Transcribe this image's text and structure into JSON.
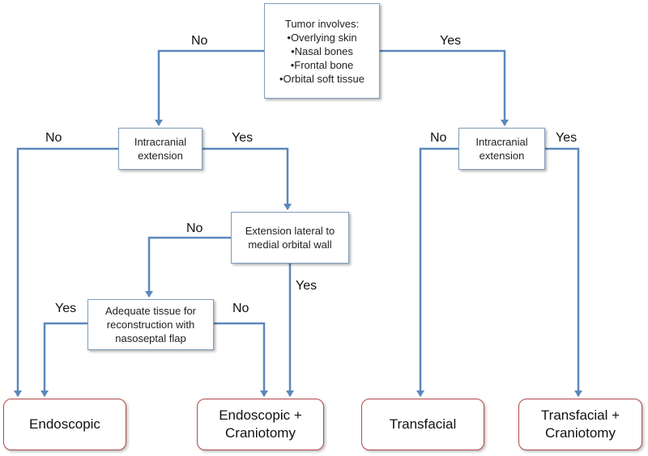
{
  "colors": {
    "arrow": "#5b88bd",
    "box_border": "#7f9dbd",
    "outcome_border": "#b04a4a"
  },
  "nodes": {
    "tumor": {
      "lines": [
        "Tumor involves:",
        "•Overlying skin",
        "•Nasal bones",
        "•Frontal bone",
        "•Orbital soft tissue"
      ]
    },
    "intracranial_left": {
      "lines": [
        "Intracranial",
        "extension"
      ]
    },
    "intracranial_right": {
      "lines": [
        "Intracranial",
        "extension"
      ]
    },
    "extension_lateral": {
      "lines": [
        "Extension lateral to",
        "medial orbital wall"
      ]
    },
    "adequate_tissue": {
      "lines": [
        "Adequate tissue for",
        "reconstruction with",
        "nasoseptal  flap"
      ]
    }
  },
  "outcomes": {
    "endoscopic": {
      "lines": [
        "Endoscopic"
      ]
    },
    "endoscopic_craniotomy": {
      "lines": [
        "Endoscopic +",
        "Craniotomy"
      ]
    },
    "transfacial": {
      "lines": [
        "Transfacial"
      ]
    },
    "transfacial_craniotomy": {
      "lines": [
        "Transfacial +",
        "Craniotomy"
      ]
    }
  },
  "edge_labels": {
    "tumor_no": "No",
    "tumor_yes": "Yes",
    "left_intracranial_no": "No",
    "left_intracranial_yes": "Yes",
    "right_intracranial_no": "No",
    "right_intracranial_yes": "Yes",
    "lateral_no": "No",
    "lateral_yes": "Yes",
    "adequate_yes": "Yes",
    "adequate_no": "No"
  }
}
